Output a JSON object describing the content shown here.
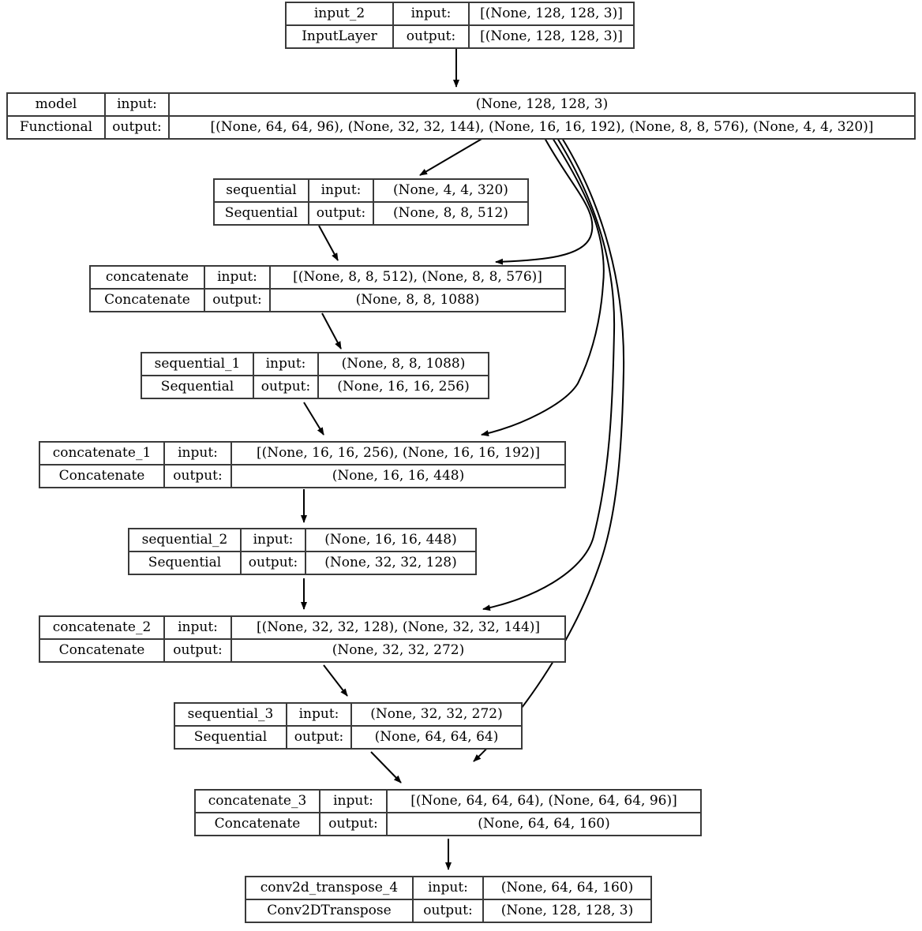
{
  "diagram": {
    "title": "Keras model plot",
    "type": "model-architecture-graph",
    "stroke_color": "#3a3a3a",
    "text_color": "#000000",
    "background": "#ffffff",
    "io_labels": {
      "input": "input:",
      "output": "output:"
    }
  },
  "nodes": [
    {
      "id": "input_2",
      "name": "input_2",
      "class": "InputLayer",
      "input_label": "input:",
      "output_label": "output:",
      "input_shape": "[(None, 128, 128, 3)]",
      "output_shape": "[(None, 128, 128, 3)]"
    },
    {
      "id": "model",
      "name": "model",
      "class": "Functional",
      "input_label": "input:",
      "output_label": "output:",
      "input_shape": "(None, 128, 128, 3)",
      "output_shape": "[(None, 64, 64, 96), (None, 32, 32, 144), (None, 16, 16, 192), (None, 8, 8, 576), (None, 4, 4, 320)]"
    },
    {
      "id": "sequential",
      "name": "sequential",
      "class": "Sequential",
      "input_label": "input:",
      "output_label": "output:",
      "input_shape": "(None, 4, 4, 320)",
      "output_shape": "(None, 8, 8, 512)"
    },
    {
      "id": "concatenate",
      "name": "concatenate",
      "class": "Concatenate",
      "input_label": "input:",
      "output_label": "output:",
      "input_shape": "[(None, 8, 8, 512), (None, 8, 8, 576)]",
      "output_shape": "(None, 8, 8, 1088)"
    },
    {
      "id": "sequential_1",
      "name": "sequential_1",
      "class": "Sequential",
      "input_label": "input:",
      "output_label": "output:",
      "input_shape": "(None, 8, 8, 1088)",
      "output_shape": "(None, 16, 16, 256)"
    },
    {
      "id": "concatenate_1",
      "name": "concatenate_1",
      "class": "Concatenate",
      "input_label": "input:",
      "output_label": "output:",
      "input_shape": "[(None, 16, 16, 256), (None, 16, 16, 192)]",
      "output_shape": "(None, 16, 16, 448)"
    },
    {
      "id": "sequential_2",
      "name": "sequential_2",
      "class": "Sequential",
      "input_label": "input:",
      "output_label": "output:",
      "input_shape": "(None, 16, 16, 448)",
      "output_shape": "(None, 32, 32, 128)"
    },
    {
      "id": "concatenate_2",
      "name": "concatenate_2",
      "class": "Concatenate",
      "input_label": "input:",
      "output_label": "output:",
      "input_shape": "[(None, 32, 32, 128), (None, 32, 32, 144)]",
      "output_shape": "(None, 32, 32, 272)"
    },
    {
      "id": "sequential_3",
      "name": "sequential_3",
      "class": "Sequential",
      "input_label": "input:",
      "output_label": "output:",
      "input_shape": "(None, 32, 32, 272)",
      "output_shape": "(None, 64, 64, 64)"
    },
    {
      "id": "concatenate_3",
      "name": "concatenate_3",
      "class": "Concatenate",
      "input_label": "input:",
      "output_label": "output:",
      "input_shape": "[(None, 64, 64, 64), (None, 64, 64, 96)]",
      "output_shape": "(None, 64, 64, 160)"
    },
    {
      "id": "conv2d_transpose_4",
      "name": "conv2d_transpose_4",
      "class": "Conv2DTranspose",
      "input_label": "input:",
      "output_label": "output:",
      "input_shape": "(None, 64, 64, 160)",
      "output_shape": "(None, 128, 128, 3)"
    }
  ],
  "edges": [
    {
      "from": "input_2",
      "to": "model"
    },
    {
      "from": "model",
      "to": "sequential"
    },
    {
      "from": "model",
      "to": "concatenate"
    },
    {
      "from": "model",
      "to": "concatenate_1"
    },
    {
      "from": "model",
      "to": "concatenate_2"
    },
    {
      "from": "model",
      "to": "concatenate_3"
    },
    {
      "from": "sequential",
      "to": "concatenate"
    },
    {
      "from": "concatenate",
      "to": "sequential_1"
    },
    {
      "from": "sequential_1",
      "to": "concatenate_1"
    },
    {
      "from": "concatenate_1",
      "to": "sequential_2"
    },
    {
      "from": "sequential_2",
      "to": "concatenate_2"
    },
    {
      "from": "concatenate_2",
      "to": "sequential_3"
    },
    {
      "from": "sequential_3",
      "to": "concatenate_3"
    },
    {
      "from": "concatenate_3",
      "to": "conv2d_transpose_4"
    }
  ]
}
